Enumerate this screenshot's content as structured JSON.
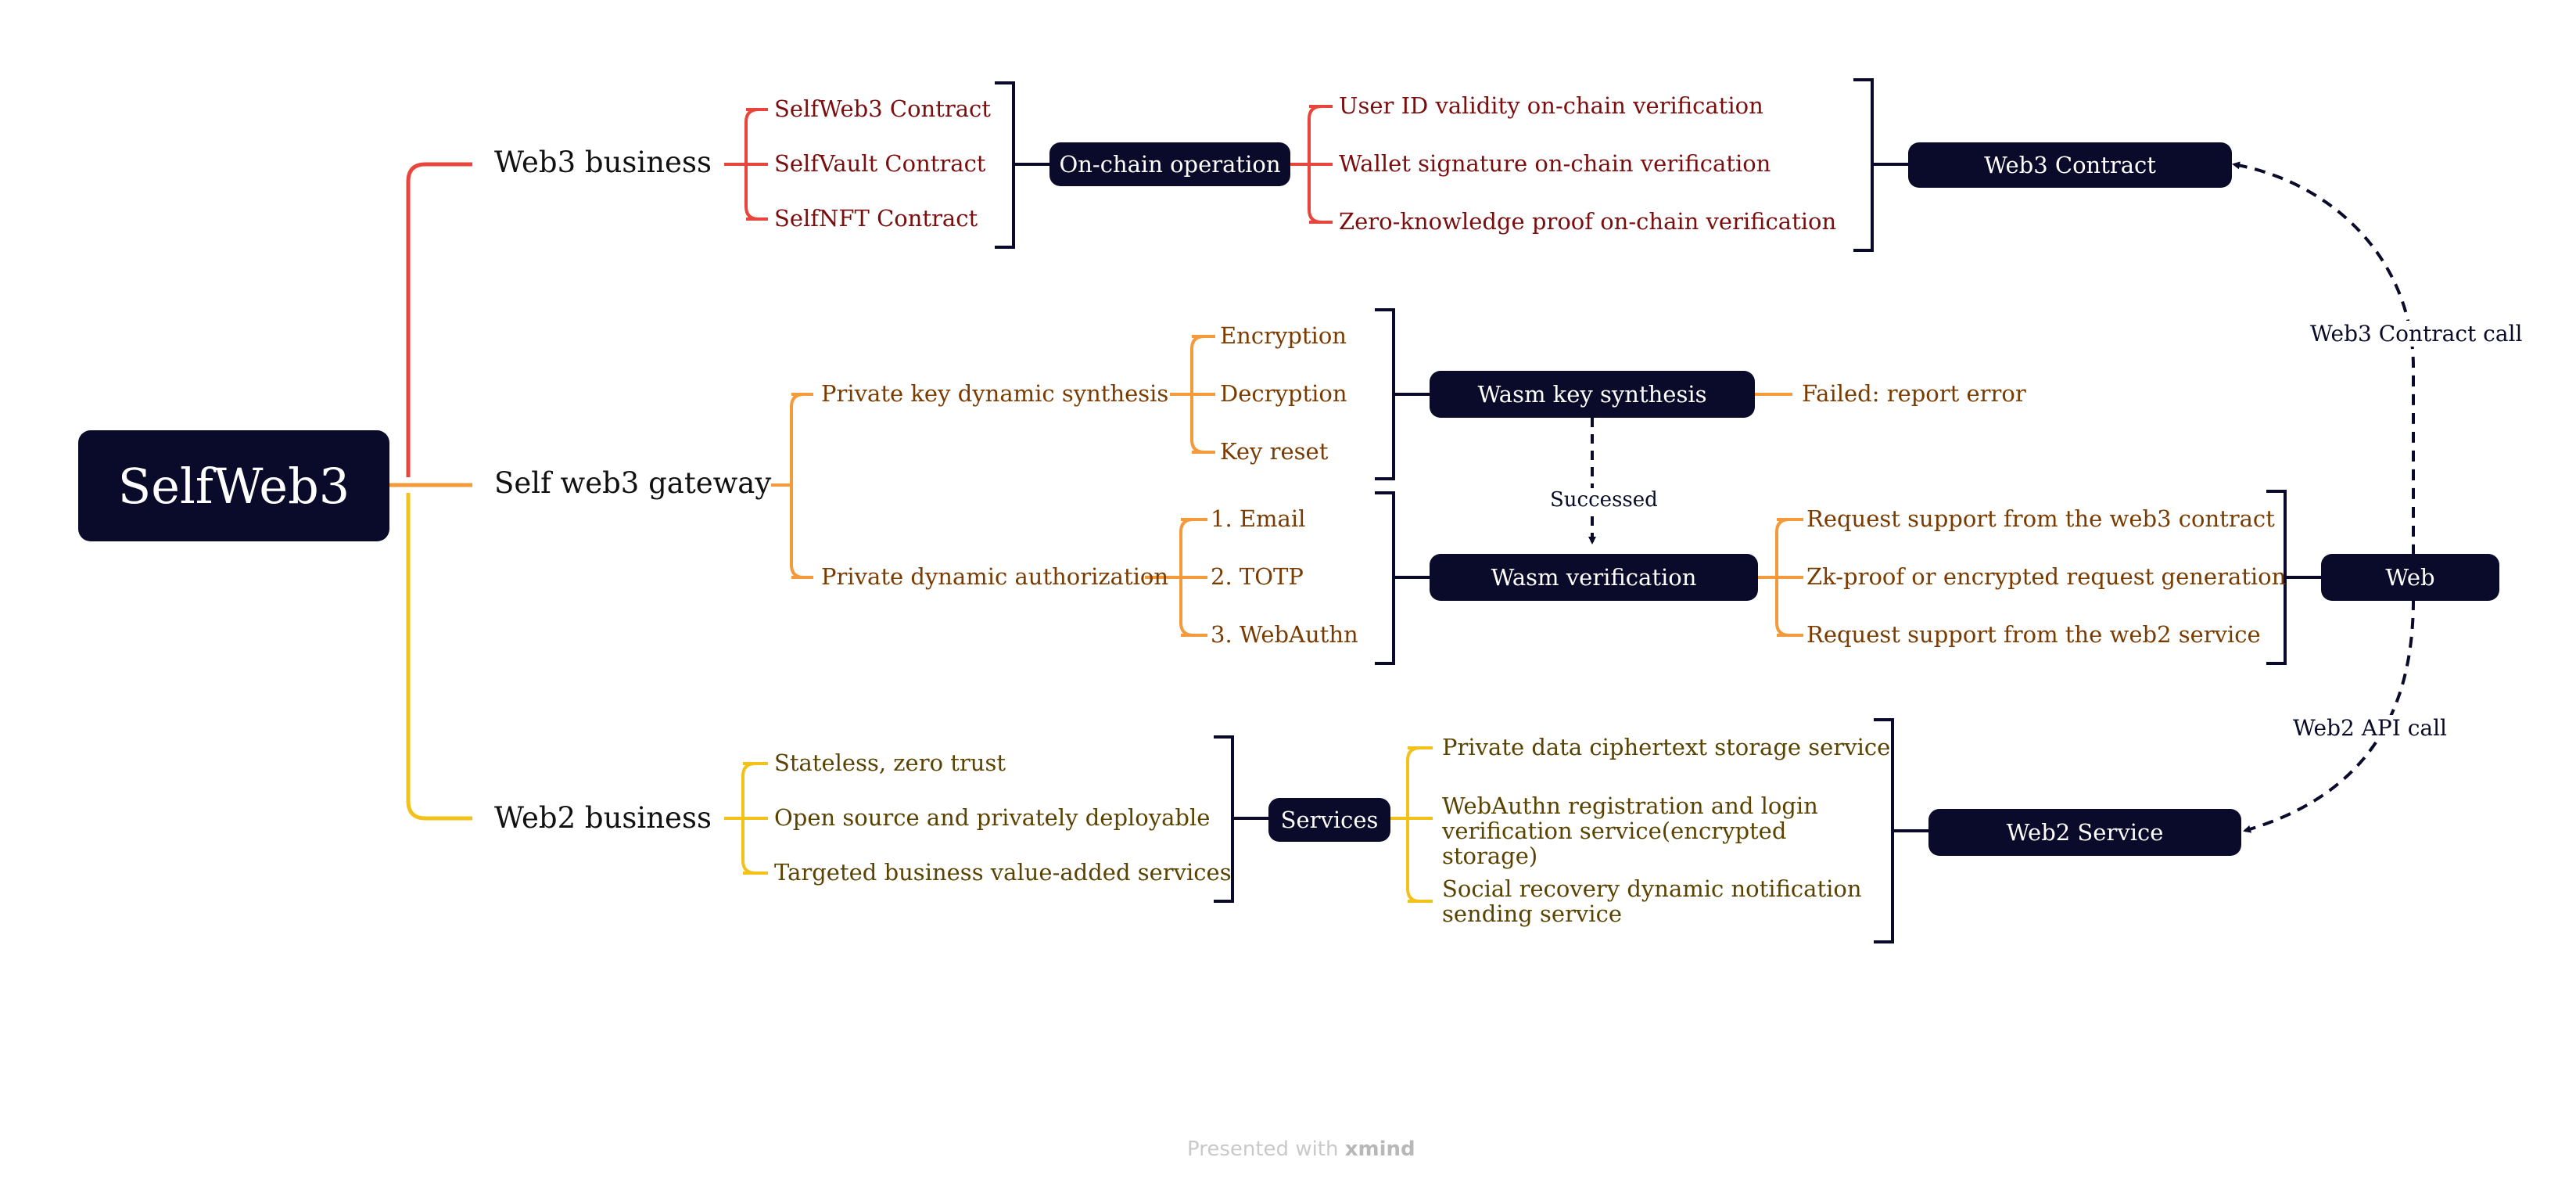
{
  "colors": {
    "web3": "#e8453c",
    "gateway": "#f39a3a",
    "web2": "#f2c21b",
    "node_bg": "#0a0a2a",
    "node_text": "#ffffff"
  },
  "root": {
    "label": "SelfWeb3"
  },
  "web3_business": {
    "label": "Web3 business",
    "contracts": [
      "SelfWeb3 Contract",
      "SelfVault Contract",
      "SelfNFT Contract"
    ],
    "node": "On-chain operation",
    "verifications": [
      "User ID validity on-chain verification",
      "Wallet signature on-chain verification",
      "Zero-knowledge proof on-chain verification"
    ],
    "target": "Web3 Contract"
  },
  "gateway": {
    "label": "Self web3 gateway",
    "key_synthesis": {
      "label": "Private key dynamic synthesis",
      "items": [
        "Encryption",
        "Decryption",
        "Key reset"
      ],
      "node": "Wasm key synthesis",
      "fail": "Failed: report error"
    },
    "success_label": "Successed",
    "authorization": {
      "label": "Private dynamic authorization",
      "items": [
        "1. Email",
        "2. TOTP",
        "3. WebAuthn"
      ],
      "node": "Wasm verification",
      "requests": [
        "Request support from the web3 contract",
        "Zk-proof or encrypted request generation",
        "Request support from the web2 service"
      ],
      "target": "Web"
    }
  },
  "web2_business": {
    "label": "Web2 business",
    "features": [
      "Stateless, zero trust",
      "Open source and privately deployable",
      "Targeted business value-added services"
    ],
    "node": "Services",
    "services": [
      "Private data ciphertext storage service",
      "WebAuthn registration and login verification service(encrypted storage)",
      "Social recovery dynamic notification sending service"
    ],
    "target": "Web2 Service"
  },
  "relations": {
    "web3_call": "Web3 Contract call",
    "web2_call": "Web2 API call"
  },
  "footer": {
    "prefix": "Presented with",
    "brand": "xmind"
  }
}
